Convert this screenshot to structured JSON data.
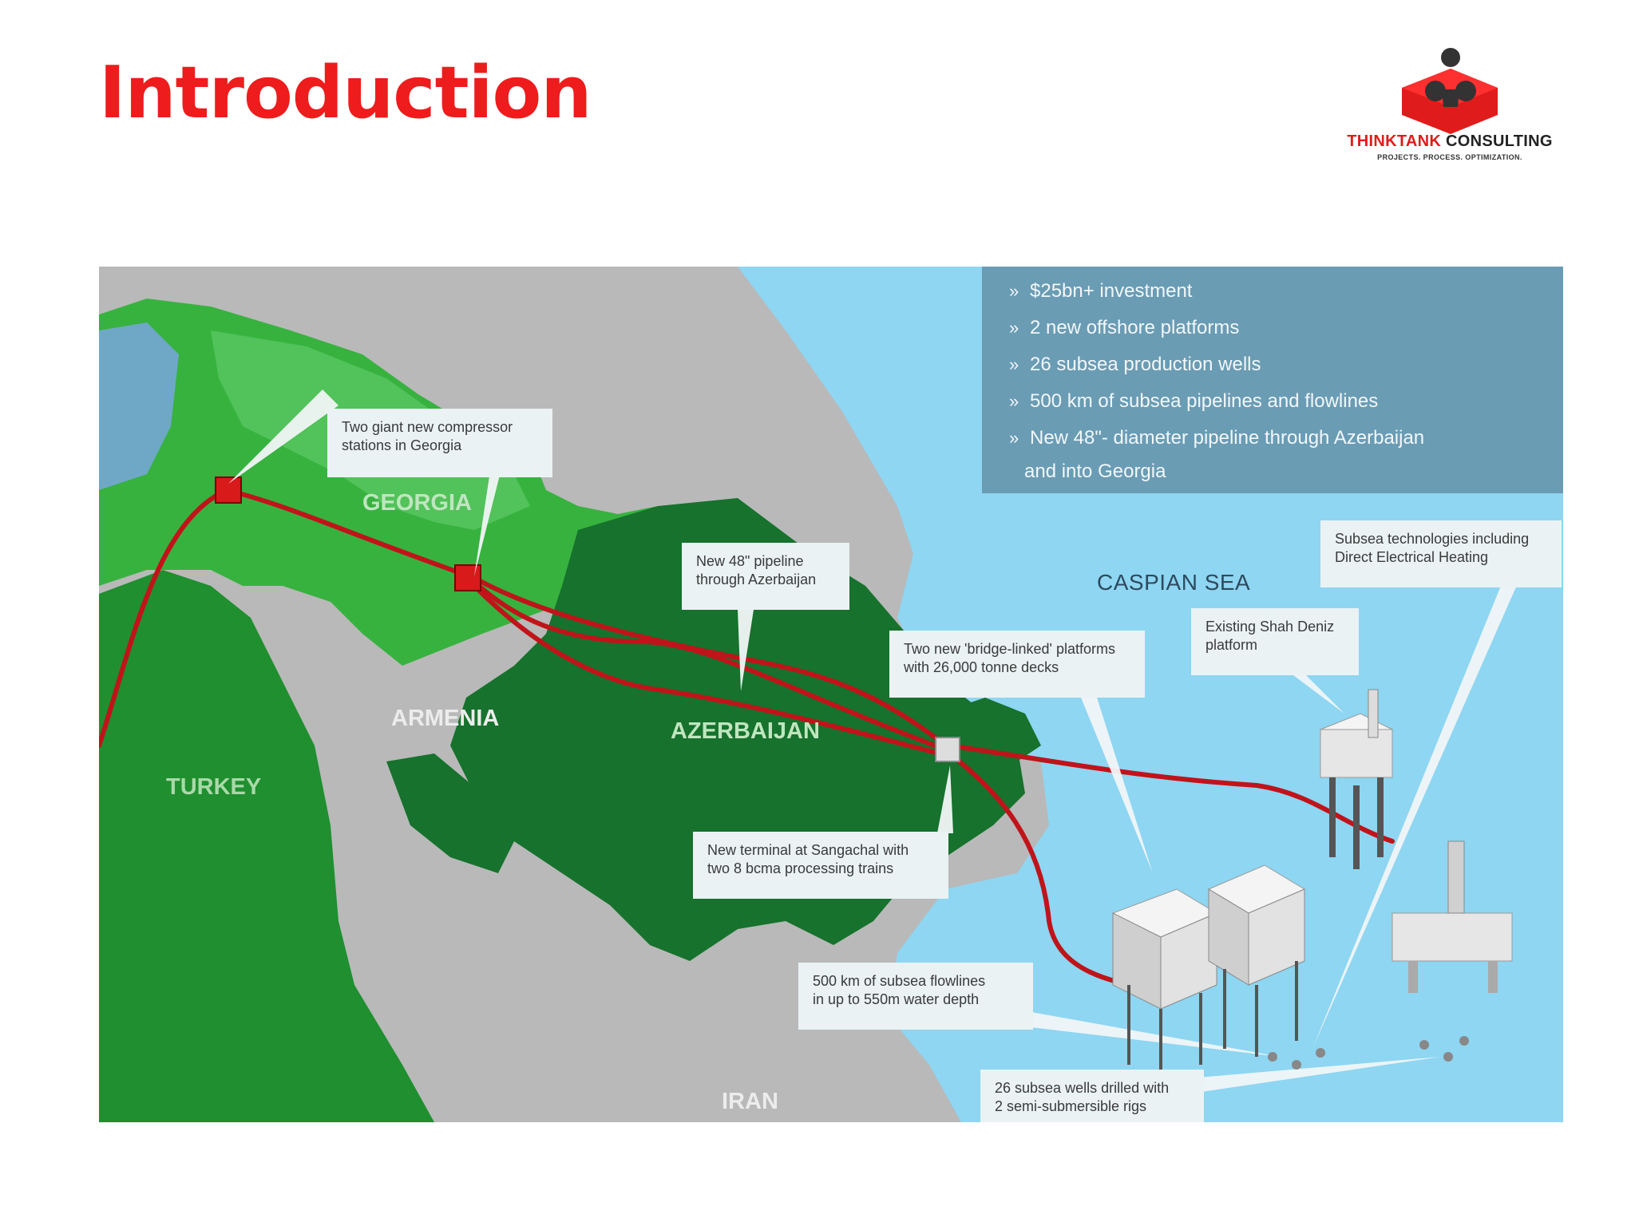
{
  "slide": {
    "title": "Introduction"
  },
  "logo": {
    "name_red": "THINKTANK",
    "name_dark": "CONSULTING",
    "tagline": "PROJECTS. PROCESS. OPTIMIZATION.",
    "colors": {
      "red": "#e01b1b",
      "dark": "#222222"
    }
  },
  "map": {
    "countries": [
      "GEORGIA",
      "ARMENIA",
      "AZERBAIJAN",
      "TURKEY",
      "IRAN"
    ],
    "sea": "CASPIAN SEA",
    "facts": [
      "$25bn+ investment",
      "2 new offshore platforms",
      "26 subsea production wells",
      "500 km of subsea pipelines and flowlines",
      "New 48\"- diameter pipeline through Azerbaijan"
    ],
    "facts_continuation": "and into Georgia",
    "callouts": {
      "compressor": "Two giant new compressor\nstations in Georgia",
      "pipeline": "New 48\" pipeline\nthrough Azerbaijan",
      "platforms": "Two new 'bridge-linked' platforms\nwith 26,000 tonne decks",
      "shah_deniz": "Existing Shah Deniz\nplatform",
      "subsea_tech": "Subsea technologies including\nDirect Electrical Heating",
      "terminal": "New terminal at Sangachal with\ntwo 8 bcma processing trains",
      "flowlines": "500 km of subsea flowlines\nin up to 550m water depth",
      "wells": "26 subsea wells drilled with\n2 semi-submersible rigs"
    },
    "colors": {
      "sea": "#8ed6f2",
      "land_grey": "#b9b9b9",
      "georgia": "#2fae3a",
      "azerbaijan": "#16722c",
      "turkey": "#1f8f2f",
      "pipeline": "#c0141a",
      "facts_panel": "#6a9cb4"
    }
  }
}
